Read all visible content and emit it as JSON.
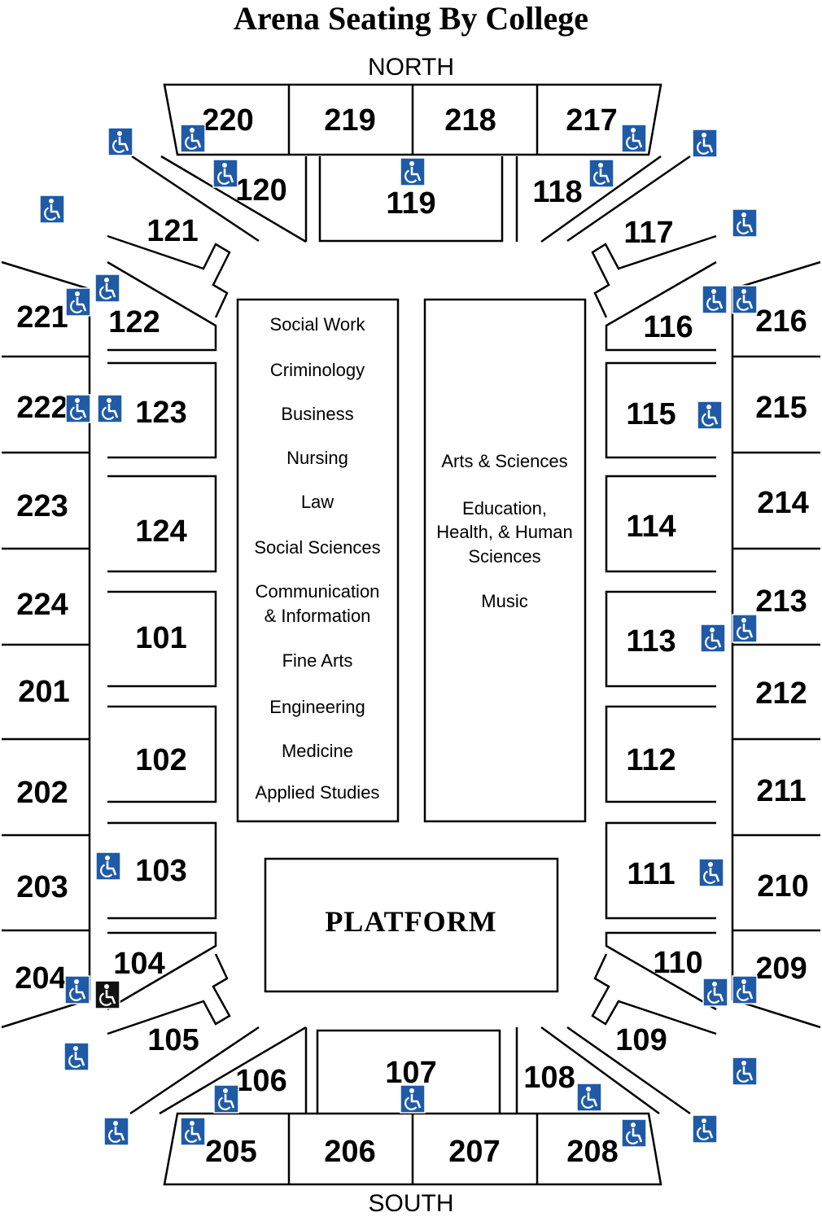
{
  "title": "Arena Seating By College",
  "directions": {
    "north": "NORTH",
    "south": "SOUTH"
  },
  "platform": "PLATFORM",
  "left_colleges": [
    "Social Work",
    "Criminology",
    "Business",
    "Nursing",
    "Law",
    "Social Sciences",
    "Communication",
    "& Information",
    "Fine Arts",
    "Engineering",
    "Medicine",
    "Applied Studies"
  ],
  "right_colleges": [
    "Arts & Sciences",
    "Education,",
    "Health, & Human",
    "Sciences",
    "Music"
  ],
  "sections": {
    "s101": "101",
    "s102": "102",
    "s103": "103",
    "s104": "104",
    "s105": "105",
    "s106": "106",
    "s107": "107",
    "s108": "108",
    "s109": "109",
    "s110": "110",
    "s111": "111",
    "s112": "112",
    "s113": "113",
    "s114": "114",
    "s115": "115",
    "s116": "116",
    "s117": "117",
    "s118": "118",
    "s119": "119",
    "s120": "120",
    "s121": "121",
    "s122": "122",
    "s123": "123",
    "s124": "124",
    "s201": "201",
    "s202": "202",
    "s203": "203",
    "s204": "204",
    "s205": "205",
    "s206": "206",
    "s207": "207",
    "s208": "208",
    "s209": "209",
    "s210": "210",
    "s211": "211",
    "s212": "212",
    "s213": "213",
    "s214": "214",
    "s215": "215",
    "s216": "216",
    "s217": "217",
    "s218": "218",
    "s219": "219",
    "s220": "220",
    "s221": "221",
    "s222": "222",
    "s223": "223",
    "s224": "224"
  },
  "colors": {
    "accessible_icon": "#1f5aa6",
    "accessible_icon_alt": "#111111"
  },
  "icon": "wheelchair-accessible-icon"
}
